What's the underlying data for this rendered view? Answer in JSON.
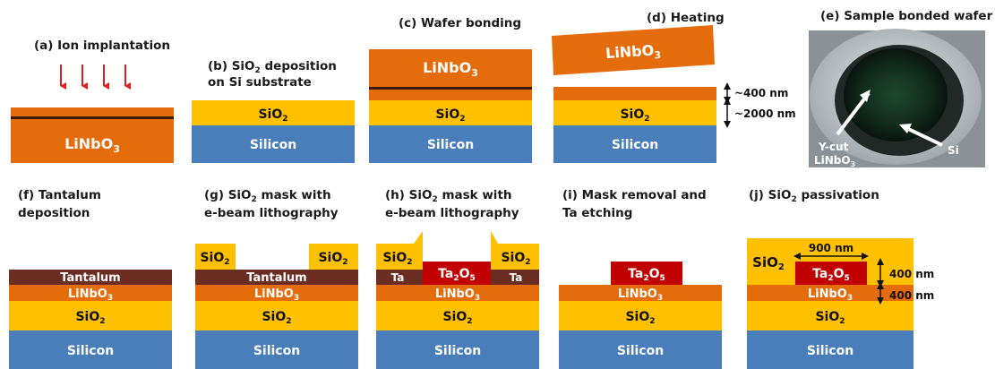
{
  "captions": {
    "a": "(a) Ion implantation",
    "b1": "(b) SiO",
    "b_sub": "2",
    "b1_tail": " deposition",
    "b2": "on Si substrate",
    "c": "(c) Wafer bonding",
    "d": "(d) Heating",
    "e": "(e) Sample bonded wafer",
    "f1": "(f) Tantalum",
    "f2": "deposition",
    "g1": "(g) SiO",
    "g_sub": "2",
    "g1_tail": " mask with",
    "g2": "e-beam lithography",
    "h1": "(h) SiO",
    "h_sub": "2",
    "h1_tail": " mask with",
    "h2": "e-beam lithography",
    "i1": "(i) Mask removal and",
    "i2": "Ta etching",
    "j1": "(j) SiO",
    "j_sub": "2",
    "j1_tail": " passivation"
  },
  "layers": {
    "silicon": "Silicon",
    "sio2_main": "SiO",
    "sio2_sub": "2",
    "linbo3_main": "LiNbO",
    "linbo3_sub": "3",
    "tantalum": "Tantalum",
    "ta": "Ta",
    "ta2o5_a": "Ta",
    "ta2o5_sub1": "2",
    "ta2o5_b": "O",
    "ta2o5_sub2": "5"
  },
  "dimensions": {
    "d_top": "~400 nm",
    "d_bottom": "~2000 nm",
    "j_width": "900 nm",
    "j_top": "400 nm",
    "j_bottom": "400 nm"
  },
  "photo_labels": {
    "ycut1": "Y-cut",
    "ycut2": "LiNbO",
    "ycut2_sub": "3",
    "si": "Si"
  },
  "colors": {
    "silicon": "#4a7ebb",
    "sio2": "#ffc000",
    "linbo3": "#e46c0a",
    "tantalum": "#6b2d22",
    "ta2o5": "#c00000",
    "ion_arrow": "#e02020"
  }
}
